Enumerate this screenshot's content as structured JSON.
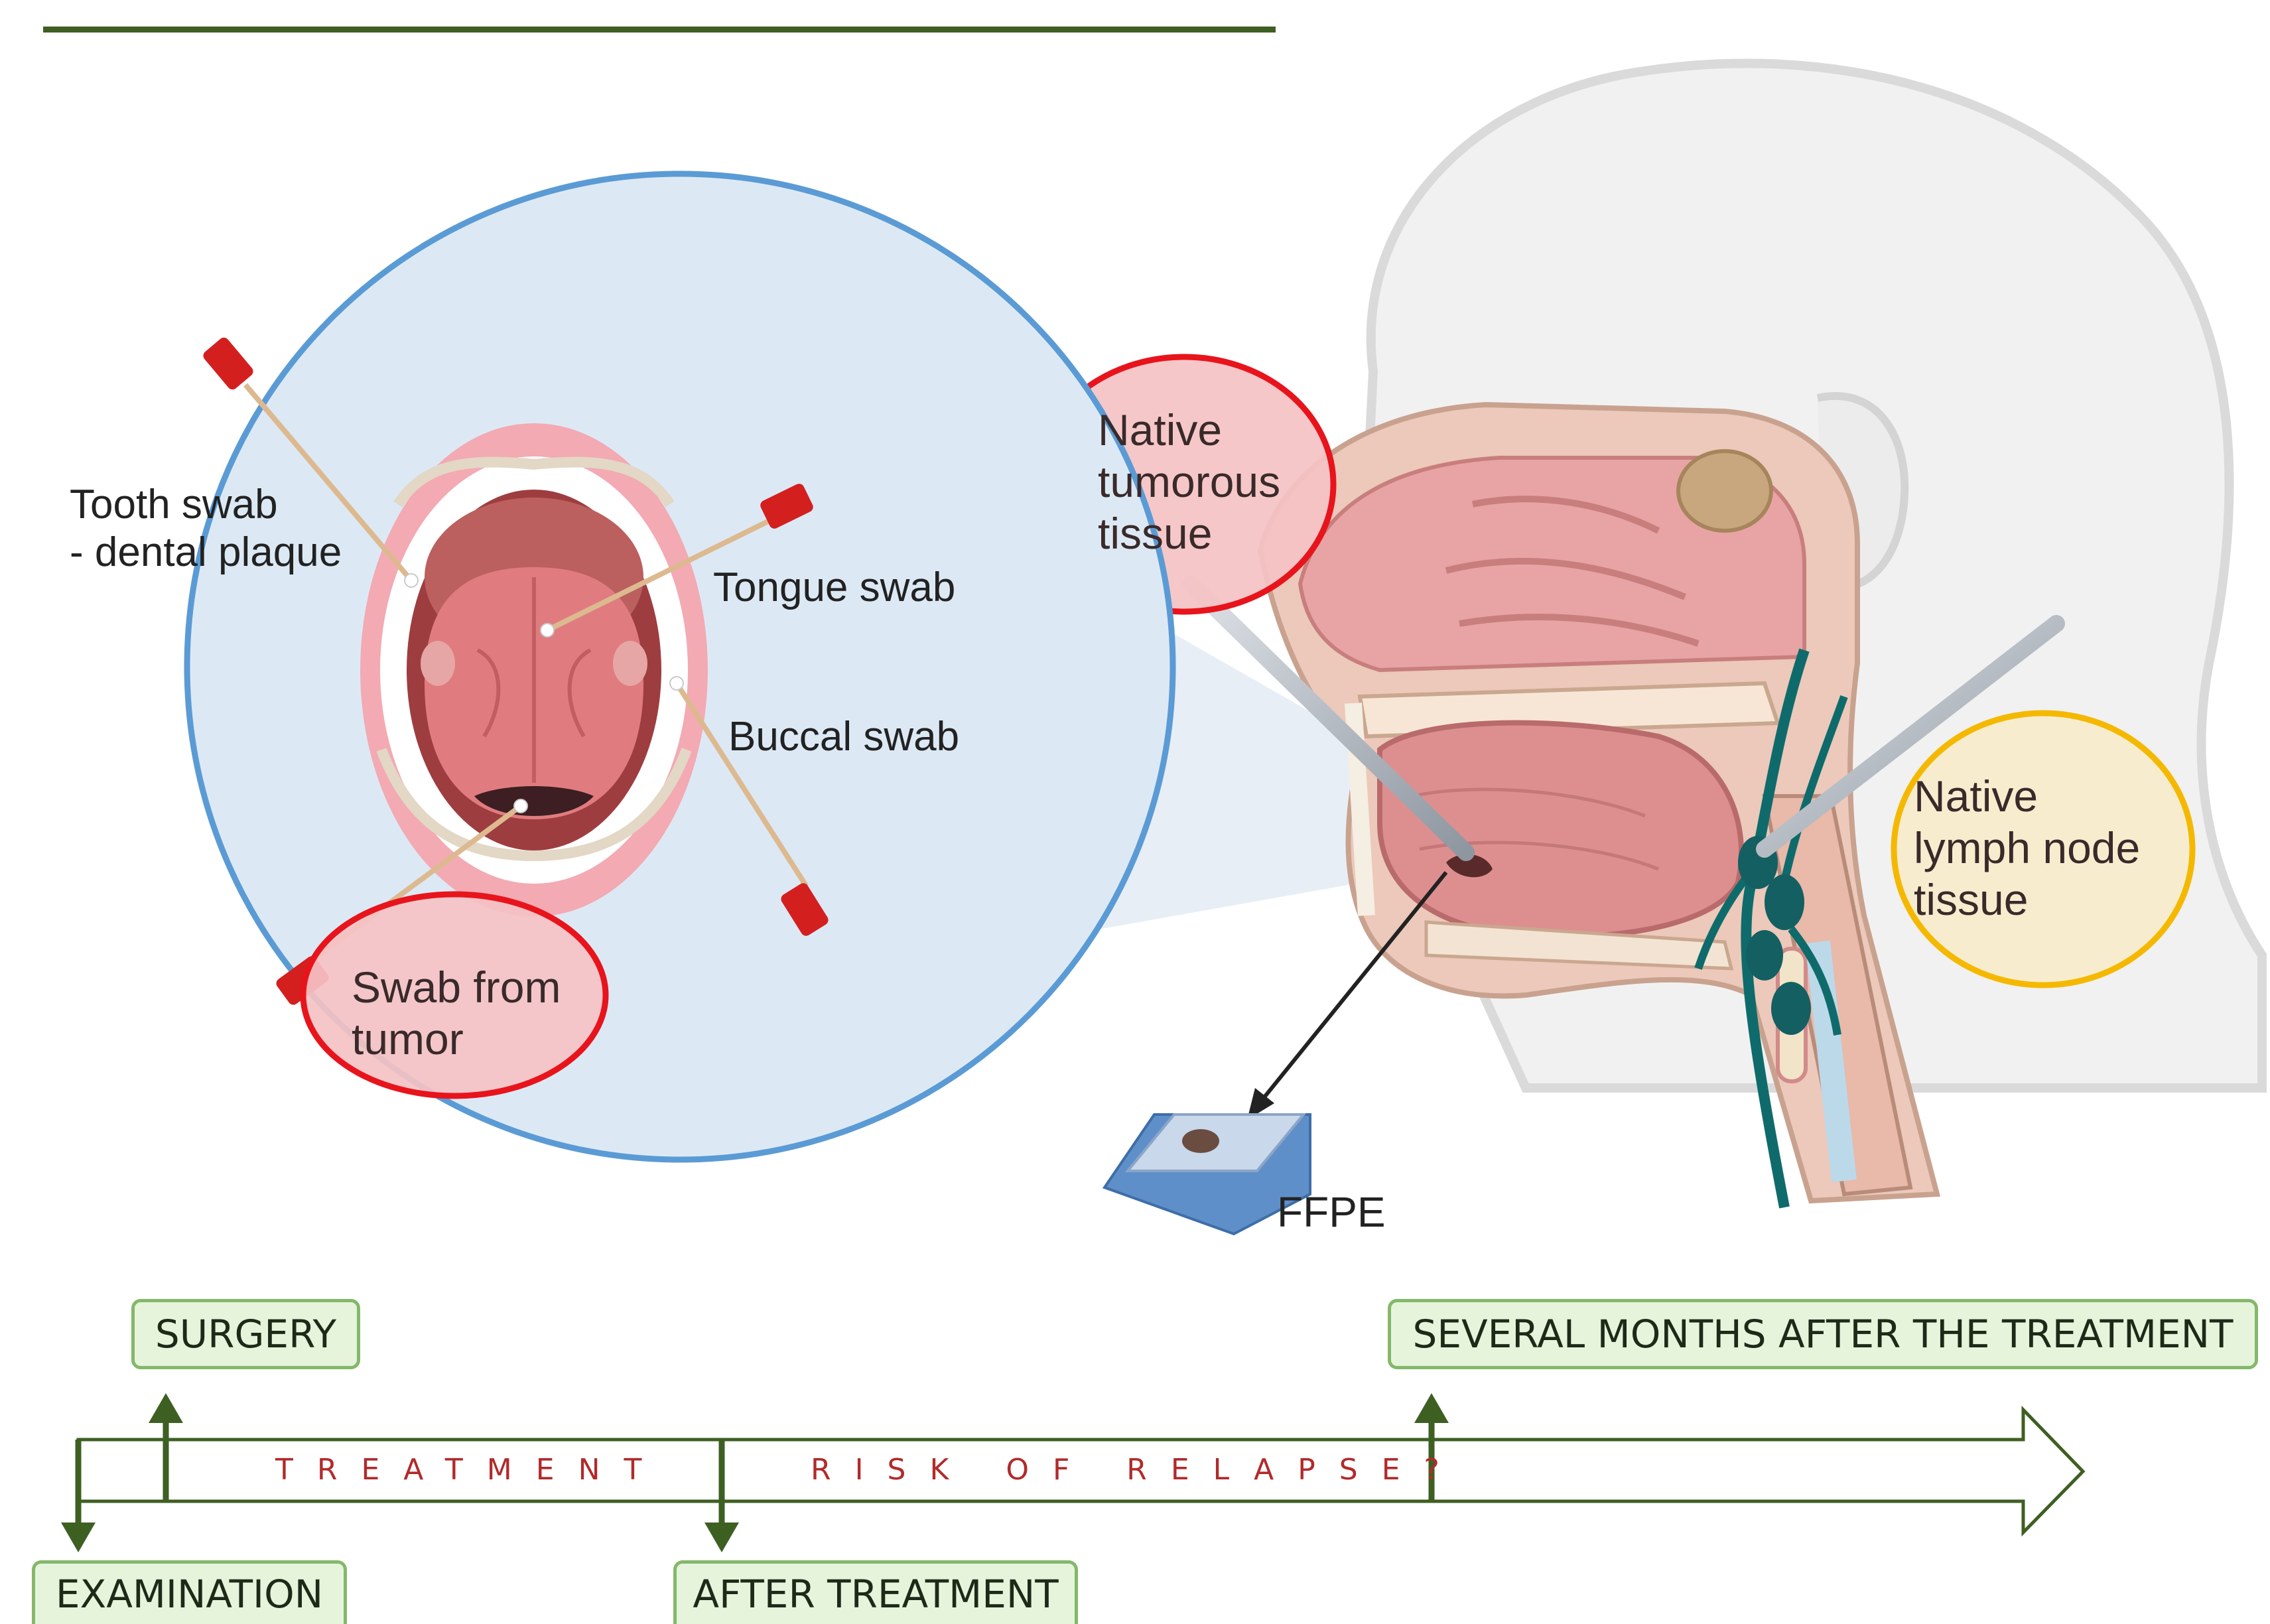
{
  "mouth_labels": {
    "tooth_swab": "Tooth swab",
    "dental_plaque": "- dental plaque",
    "tongue_swab": "Tongue swab",
    "buccal_swab": "Buccal swab",
    "swab_tumor_line1": "Swab from",
    "swab_tumor_line2": "tumor"
  },
  "head_labels": {
    "tumor_line1": "Native",
    "tumor_line2": "tumorous",
    "tumor_line3": "tissue",
    "lymph_line1": "Native",
    "lymph_line2": "lymph node",
    "lymph_line3": "tissue",
    "ffpe": "FFPE"
  },
  "timeline": {
    "surgery": "SURGERY",
    "examination": "EXAMINATION",
    "after_treatment": "AFTER TREATMENT",
    "several_months": "SEVERAL MONTHS AFTER THE TREATMENT",
    "treatment_phase": "TREATMENT",
    "relapse_phase": "RISK OF RELAPSE?"
  },
  "colors": {
    "circle_outline": "#5b9bd5",
    "tumor_highlight": "#e8141c",
    "lymph_highlight": "#f5b800",
    "timeline_green": "#3e5f22",
    "box_fill": "#e6f4dc",
    "phase_text": "#b22a2a"
  }
}
